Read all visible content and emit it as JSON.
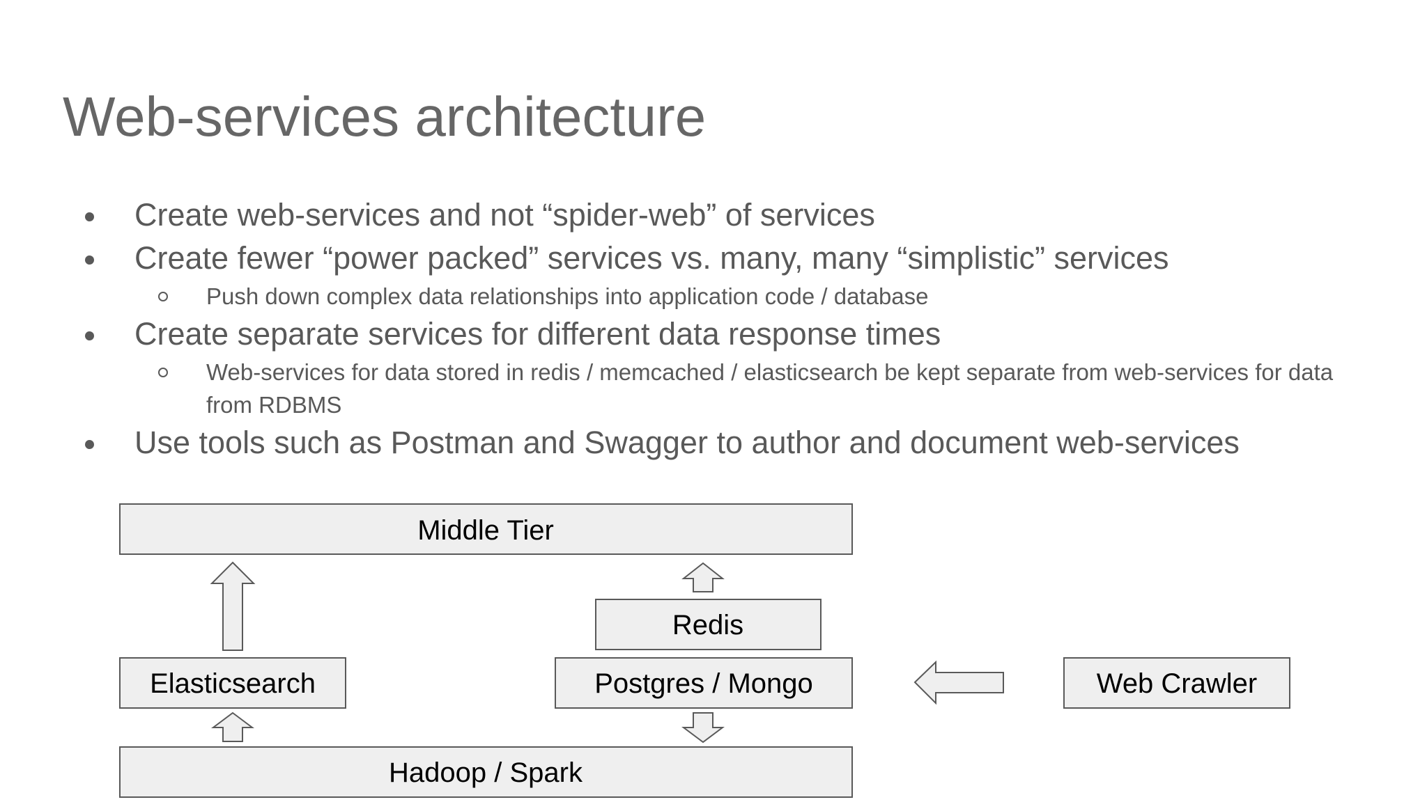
{
  "slide": {
    "title": "Web-services architecture",
    "bullets": [
      {
        "text": "Create web-services and not “spider-web” of services"
      },
      {
        "text": "Create fewer “power packed” services vs. many, many “simplistic” services",
        "sub": [
          "Push down complex data relationships into application code / database"
        ]
      },
      {
        "text": "Create separate services for different data response times",
        "sub": [
          "Web-services for data stored in redis / memcached / elasticsearch be kept separate from web-services for data from RDBMS"
        ]
      },
      {
        "text": "Use tools such as Postman and Swagger to author and document web-services"
      }
    ]
  },
  "diagram": {
    "nodes": {
      "middle_tier": "Middle Tier",
      "redis": "Redis",
      "elasticsearch": "Elasticsearch",
      "postgres_mongo": "Postgres / Mongo",
      "web_crawler": "Web Crawler",
      "hadoop_spark": "Hadoop / Spark"
    },
    "colors": {
      "box_fill": "#efefef",
      "box_stroke": "#595959",
      "text": "#000000",
      "body_text": "#595959",
      "title_text": "#666666"
    }
  }
}
